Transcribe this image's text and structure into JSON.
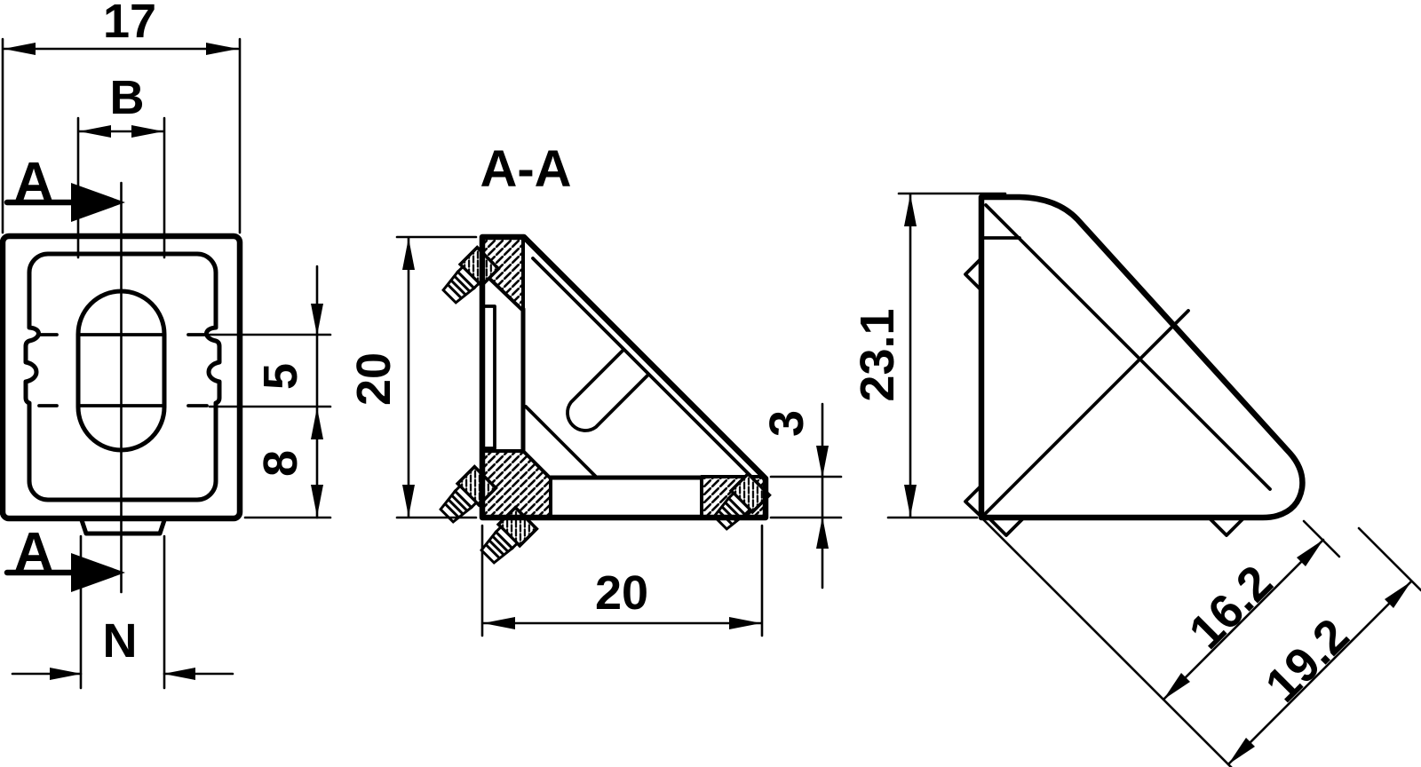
{
  "drawing": {
    "type": "technical-drawing",
    "part": "corner-bracket-20x20",
    "colors": {
      "background": "#ffffff",
      "line": "#000000"
    },
    "front": {
      "width": "17",
      "slot_width": "B",
      "slot_upper_depth": "5",
      "slot_lower_depth": "8",
      "tab_width": "N",
      "section_letter": "A"
    },
    "section": {
      "title": "A-A",
      "height": "20",
      "width": "20",
      "wall_thickness": "3"
    },
    "side": {
      "height": "23.1",
      "inner_diagonal": "16.2",
      "outer_diagonal": "19.2"
    }
  }
}
